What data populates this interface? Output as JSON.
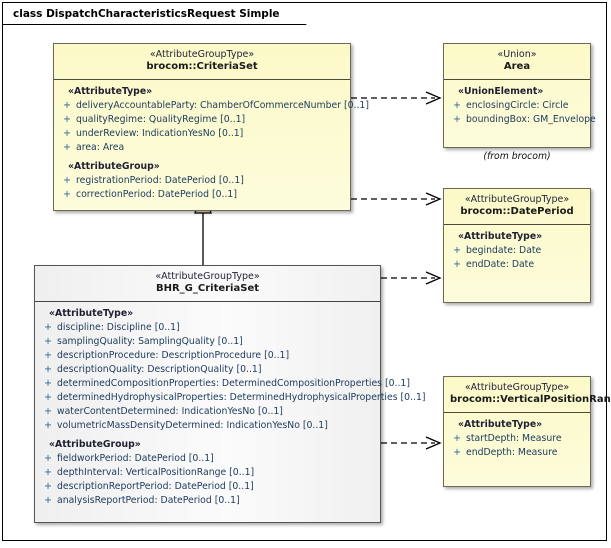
{
  "diagram": {
    "frame_title": "class DispatchCharacteristicsRequest Simple",
    "colors": {
      "class_fill_yellow": "#fdfbcf",
      "class_fill_focus": "#f3f3f3",
      "border": "#5a5a4a",
      "attribute_text": "#1b3a5c",
      "stereotype_text": "#23233a",
      "connector": "#000000",
      "generalization_fill": "#f5ddbd"
    },
    "classes": [
      {
        "id": "criteriaset",
        "stereotype": "«AttributeGroupType»",
        "name": "brocom::CriteriaSet",
        "fill": "yellow",
        "from_note": "",
        "compartments": [
          {
            "group": "«AttributeType»",
            "attributes": [
              {
                "visibility": "+",
                "text": "deliveryAccountableParty: ChamberOfCommerceNumber [0..1]"
              },
              {
                "visibility": "+",
                "text": "qualityRegime: QualityRegime [0..1]"
              },
              {
                "visibility": "+",
                "text": "underReview: IndicationYesNo [0..1]"
              },
              {
                "visibility": "+",
                "text": "area: Area"
              }
            ]
          },
          {
            "group": "«AttributeGroup»",
            "attributes": [
              {
                "visibility": "+",
                "text": "registrationPeriod: DatePeriod [0..1]"
              },
              {
                "visibility": "+",
                "text": "correctionPeriod: DatePeriod [0..1]"
              }
            ]
          }
        ]
      },
      {
        "id": "area",
        "stereotype": "«Union»",
        "name": "Area",
        "fill": "yellow",
        "from_note": "(from brocom)",
        "compartments": [
          {
            "group": "«UnionElement»",
            "attributes": [
              {
                "visibility": "+",
                "text": "enclosingCircle: Circle"
              },
              {
                "visibility": "+",
                "text": "boundingBox: GM_Envelope"
              }
            ]
          }
        ]
      },
      {
        "id": "dateperiod",
        "stereotype": "«AttributeGroupType»",
        "name": "brocom::DatePeriod",
        "fill": "yellow",
        "from_note": "",
        "compartments": [
          {
            "group": "«AttributeType»",
            "attributes": [
              {
                "visibility": "+",
                "text": "begindate: Date"
              },
              {
                "visibility": "+",
                "text": "endDate: Date"
              }
            ]
          }
        ]
      },
      {
        "id": "verticalpositionrange",
        "stereotype": "«AttributeGroupType»",
        "name": "brocom::VerticalPositionRange",
        "fill": "yellow",
        "from_note": "",
        "compartments": [
          {
            "group": "«AttributeType»",
            "attributes": [
              {
                "visibility": "+",
                "text": "startDepth: Measure"
              },
              {
                "visibility": "+",
                "text": "endDepth: Measure"
              }
            ]
          }
        ]
      },
      {
        "id": "bhr",
        "stereotype": "«AttributeGroupType»",
        "name": "BHR_G_CriteriaSet",
        "fill": "white",
        "from_note": "",
        "compartments": [
          {
            "group": "«AttributeType»",
            "attributes": [
              {
                "visibility": "+",
                "text": "discipline: Discipline [0..1]"
              },
              {
                "visibility": "+",
                "text": "samplingQuality: SamplingQuality [0..1]"
              },
              {
                "visibility": "+",
                "text": "descriptionProcedure: DescriptionProcedure [0..1]"
              },
              {
                "visibility": "+",
                "text": "descriptionQuality: DescriptionQuality [0..1]"
              },
              {
                "visibility": "+",
                "text": "determinedCompositionProperties: DeterminedCompositionProperties [0..1]"
              },
              {
                "visibility": "+",
                "text": "determinedHydrophysicalProperties: DeterminedHydrophysicalProperties [0..1]"
              },
              {
                "visibility": "+",
                "text": "waterContentDetermined: IndicationYesNo [0..1]"
              },
              {
                "visibility": "+",
                "text": "volumetricMassDensityDetermined: IndicationYesNo [0..1]"
              }
            ]
          },
          {
            "group": "«AttributeGroup»",
            "attributes": [
              {
                "visibility": "+",
                "text": "fieldworkPeriod: DatePeriod [0..1]"
              },
              {
                "visibility": "+",
                "text": "depthInterval: VerticalPositionRange [0..1]"
              },
              {
                "visibility": "+",
                "text": "descriptionReportPeriod: DatePeriod [0..1]"
              },
              {
                "visibility": "+",
                "text": "analysisReportPeriod: DatePeriod [0..1]"
              }
            ]
          }
        ]
      }
    ],
    "connectors": [
      {
        "id": "gen-bhr-criteriaset",
        "type": "generalization",
        "from": "bhr",
        "to": "criteriaset"
      },
      {
        "id": "dep-criteriaset-area",
        "type": "dependency",
        "from": "criteriaset",
        "to": "area"
      },
      {
        "id": "dep-criteriaset-dateperiod",
        "type": "dependency",
        "from": "criteriaset",
        "to": "dateperiod"
      },
      {
        "id": "dep-bhr-dateperiod",
        "type": "dependency",
        "from": "bhr",
        "to": "dateperiod"
      },
      {
        "id": "dep-bhr-verticalpositionrange",
        "type": "dependency",
        "from": "bhr",
        "to": "verticalpositionrange"
      }
    ]
  }
}
